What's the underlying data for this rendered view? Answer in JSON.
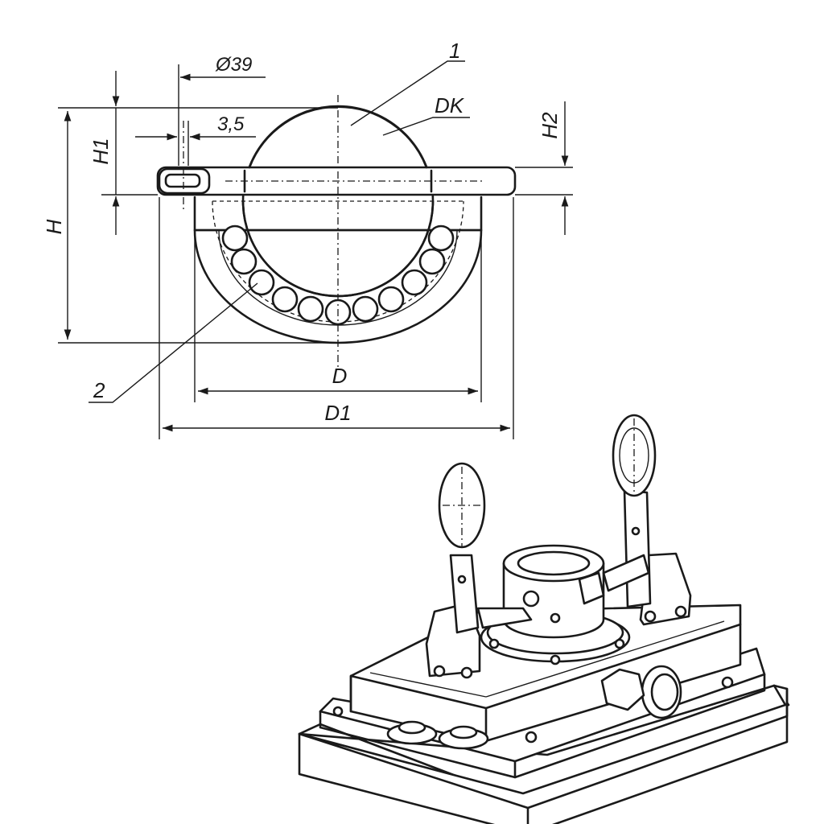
{
  "drawing": {
    "labels": {
      "part1": "1",
      "part2": "2",
      "dk": "DK",
      "dia39": "Ø39",
      "dim35": "3,5",
      "h": "H",
      "h1": "H1",
      "h2": "H2",
      "d": "D",
      "d1": "D1"
    }
  },
  "colors": {
    "line": "#1a1a1a",
    "background": "#ffffff"
  }
}
